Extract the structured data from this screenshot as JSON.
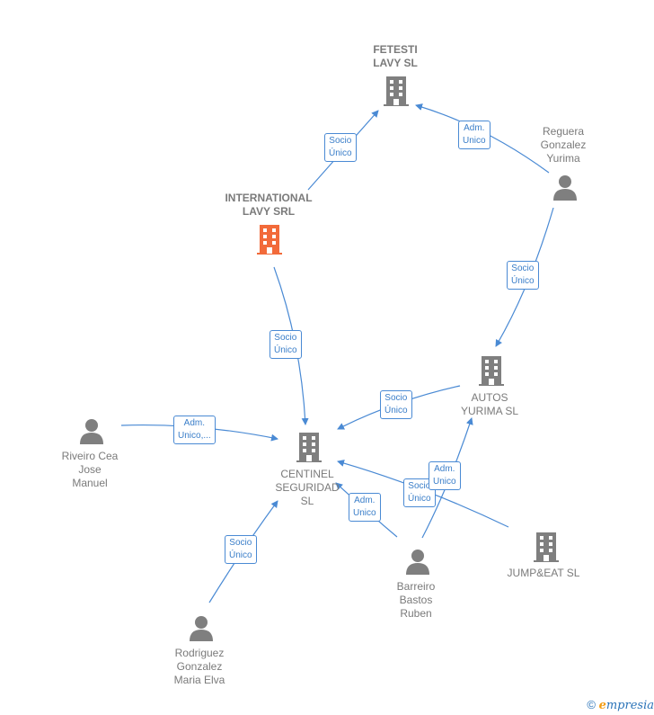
{
  "nodes": {
    "fetesti": {
      "line1": "FETESTI",
      "line2": "LAVY  SL",
      "type": "company"
    },
    "international": {
      "line1": "INTERNATIONAL",
      "line2": "LAVY SRL",
      "type": "company-highlight"
    },
    "reguera": {
      "line1": "Reguera",
      "line2": "Gonzalez",
      "line3": "Yurima",
      "type": "person"
    },
    "autos": {
      "line1": "AUTOS",
      "line2": "YURIMA  SL",
      "type": "company"
    },
    "riveiro": {
      "line1": "Riveiro Cea",
      "line2": "Jose",
      "line3": "Manuel",
      "type": "person"
    },
    "centinel": {
      "line1": "CENTINEL",
      "line2": "SEGURIDAD",
      "line3": "SL",
      "type": "company"
    },
    "jumpeat": {
      "line1": "JUMP&EAT  SL",
      "type": "company"
    },
    "barreiro": {
      "line1": "Barreiro",
      "line2": "Bastos",
      "line3": "Ruben",
      "type": "person"
    },
    "rodriguez": {
      "line1": "Rodriguez",
      "line2": "Gonzalez",
      "line3": "Maria Elva",
      "type": "person"
    }
  },
  "edge_labels": {
    "intl_fetesti": {
      "line1": "Socio",
      "line2": "Único"
    },
    "reguera_fetesti": {
      "line1": "Adm.",
      "line2": "Unico"
    },
    "reguera_autos": {
      "line1": "Socio",
      "line2": "Único"
    },
    "intl_centinel": {
      "line1": "Socio",
      "line2": "Único"
    },
    "autos_centinel": {
      "line1": "Socio",
      "line2": "Único"
    },
    "riveiro_centinel": {
      "line1": "Adm.",
      "line2": "Unico,..."
    },
    "barreiro_centinel": {
      "line1": "Adm.",
      "line2": "Unico"
    },
    "jump_centinel": {
      "line1": "Socio",
      "line2": "Único"
    },
    "barreiro_autos": {
      "line1": "Adm.",
      "line2": "Unico"
    },
    "rodriguez_centinel": {
      "line1": "Socio",
      "line2": "Único"
    }
  },
  "colors": {
    "edge": "#4a8ad4",
    "company": "#7f7f7f",
    "highlight": "#f26a3a",
    "person": "#7f7f7f"
  },
  "footer": {
    "symbol": "©",
    "brand_e": "e",
    "brand_rest": "mpresia"
  }
}
